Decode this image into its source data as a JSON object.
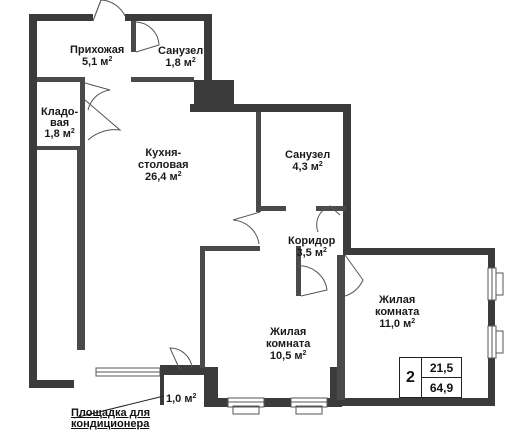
{
  "rooms": [
    {
      "id": "prihozhaya",
      "name": "Прихожая",
      "area": "5,1 м",
      "sup": "2"
    },
    {
      "id": "sanuzel-1",
      "name": "Санузел",
      "area": "1,8 м",
      "sup": "2"
    },
    {
      "id": "kladovaya",
      "name_line1": "Кладо-",
      "name_line2": "вая",
      "area": "1,8 м",
      "sup": "2"
    },
    {
      "id": "kuhnya",
      "name_line1": "Кухня-",
      "name_line2": "столовая",
      "area": "26,4 м",
      "sup": "2"
    },
    {
      "id": "sanuzel-2",
      "name": "Санузел",
      "area": "4,3 м",
      "sup": "2"
    },
    {
      "id": "koridor",
      "name": "Коридор",
      "area": "3,5 м",
      "sup": "2"
    },
    {
      "id": "zhilaya-1",
      "name_line1": "Жилая",
      "name_line2": "комната",
      "area": "11,0 м",
      "sup": "2"
    },
    {
      "id": "zhilaya-2",
      "name_line1": "Жилая",
      "name_line2": "комната",
      "area": "10,5 м",
      "sup": "2"
    },
    {
      "id": "konditsioner",
      "area": "1,0 м",
      "sup": "2"
    }
  ],
  "caption": {
    "line1": "Площадка для",
    "line2": "кондиционера"
  },
  "summary": {
    "rooms": "2",
    "living_area": "21,5",
    "total_area": "64,9"
  },
  "colors": {
    "wall": "#3c3c3c",
    "partition": "#4a4a4a",
    "window": "#6a6a6a"
  }
}
